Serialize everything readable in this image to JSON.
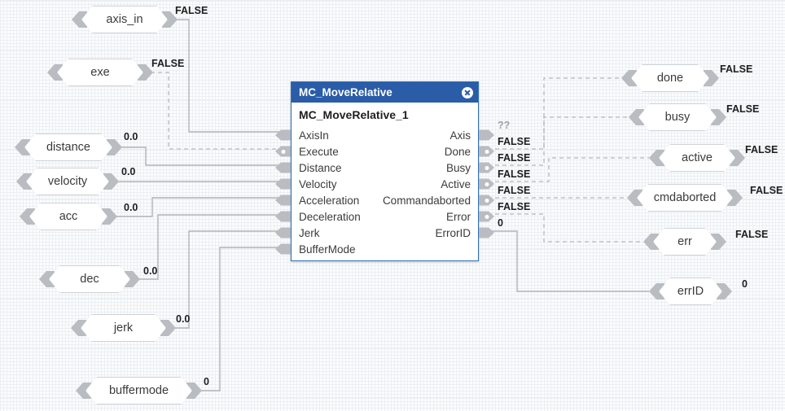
{
  "block": {
    "title": "MC_MoveRelative",
    "instance_name": "MC_MoveRelative_1",
    "close_icon": "close-circle-icon",
    "accent_color": "#2a5ca8",
    "inputs": [
      {
        "label": "AxisIn",
        "bool": false
      },
      {
        "label": "Execute",
        "bool": true
      },
      {
        "label": "Distance",
        "bool": false
      },
      {
        "label": "Velocity",
        "bool": false
      },
      {
        "label": "Acceleration",
        "bool": false
      },
      {
        "label": "Deceleration",
        "bool": false
      },
      {
        "label": "Jerk",
        "bool": false
      },
      {
        "label": "BufferMode",
        "bool": false
      }
    ],
    "outputs": [
      {
        "label": "Axis",
        "value": "??",
        "bool": false,
        "gray": true
      },
      {
        "label": "Done",
        "value": "FALSE",
        "bool": true,
        "gray": false
      },
      {
        "label": "Busy",
        "value": "FALSE",
        "bool": true,
        "gray": false
      },
      {
        "label": "Active",
        "value": "FALSE",
        "bool": true,
        "gray": false
      },
      {
        "label": "Commandaborted",
        "value": "FALSE",
        "bool": true,
        "gray": false
      },
      {
        "label": "Error",
        "value": "FALSE",
        "bool": true,
        "gray": false
      },
      {
        "label": "ErrorID",
        "value": "0",
        "bool": false,
        "gray": false
      }
    ]
  },
  "input_variables": [
    {
      "name": "axis_in",
      "value": "FALSE"
    },
    {
      "name": "exe",
      "value": "FALSE"
    },
    {
      "name": "distance",
      "value": "0.0"
    },
    {
      "name": "velocity",
      "value": "0.0"
    },
    {
      "name": "acc",
      "value": "0.0"
    },
    {
      "name": "dec",
      "value": "0.0"
    },
    {
      "name": "jerk",
      "value": "0.0"
    },
    {
      "name": "buffermode",
      "value": "0"
    }
  ],
  "output_variables": [
    {
      "name": "done",
      "value": "FALSE"
    },
    {
      "name": "busy",
      "value": "FALSE"
    },
    {
      "name": "active",
      "value": "FALSE"
    },
    {
      "name": "cmdaborted",
      "value": "FALSE"
    },
    {
      "name": "err",
      "value": "FALSE"
    },
    {
      "name": "errID",
      "value": "0"
    }
  ]
}
